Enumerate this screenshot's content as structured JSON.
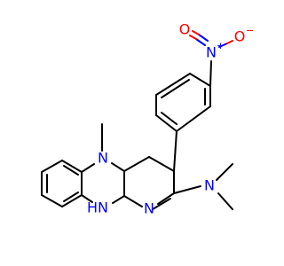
{
  "molecule": {
    "atoms": {
      "nitro_n": {
        "text": "N",
        "charge": "+"
      },
      "nitro_o_top": {
        "text": "O"
      },
      "nitro_o_right": {
        "text": "O",
        "charge": "−"
      },
      "ring_n_methyl": {
        "text": "N"
      },
      "ring_nh": {
        "text": "N",
        "h": "H"
      },
      "ring_n_imine": {
        "text": "N"
      },
      "amine_n": {
        "text": "N"
      }
    },
    "colors": {
      "bond": "#000000",
      "nitrogen": "#0000ff",
      "oxygen": "#ff0000"
    }
  }
}
